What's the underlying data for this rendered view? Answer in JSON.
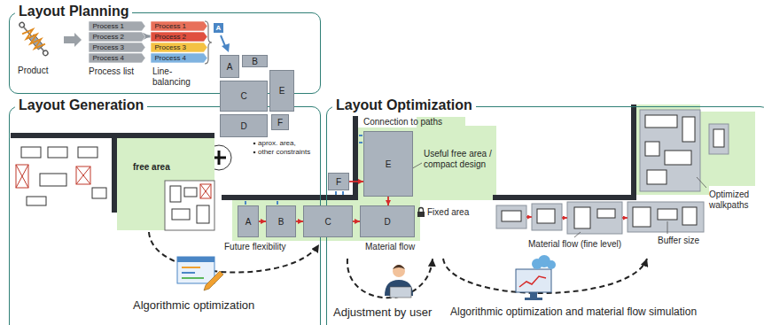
{
  "diagram": {
    "nodes": [
      {
        "text": [
          "Layout Planning"
        ]
      },
      {
        "text": [
          "Process 1"
        ],
        "in": 0
      },
      {
        "text": [
          "Process 2"
        ],
        "in": 0
      },
      {
        "text": [
          "Process 3"
        ],
        "in": 0
      },
      {
        "text": [
          "Process 4"
        ],
        "in": 0
      },
      {
        "text": [
          "Process 1"
        ],
        "in": 0
      },
      {
        "text": [
          "Process 2"
        ],
        "in": 0
      },
      {
        "text": [
          "Process 3"
        ],
        "in": 0
      },
      {
        "text": [
          "Process 4"
        ],
        "in": 0
      },
      {
        "text": [
          "A"
        ]
      },
      {
        "text": [
          "B"
        ]
      },
      {
        "text": [
          "C"
        ]
      },
      {
        "text": [
          "D"
        ]
      },
      {
        "text": [
          "E"
        ]
      },
      {
        "text": [
          "F"
        ]
      },
      {
        "text": [
          "Layout Generation"
        ]
      },
      {
        "text": [
          "Layout Optimization"
        ]
      },
      {
        "text": [
          "F"
        ]
      },
      {
        "text": [
          "E"
        ]
      },
      {
        "text": [
          "A"
        ]
      },
      {
        "text": [
          "B"
        ]
      },
      {
        "text": [
          "C"
        ]
      },
      {
        "text": [
          "D"
        ]
      }
    ],
    "edges": [
      {
        "from": 2,
        "to": 6,
        "arrow": "to"
      },
      {
        "from": 17,
        "to": 18,
        "arrow": "to"
      },
      {
        "from": 18,
        "to": 22,
        "arrow": "to"
      },
      {
        "from": 19,
        "to": 20,
        "arrow": "to"
      },
      {
        "from": 20,
        "to": 21,
        "arrow": "to"
      },
      {
        "from": 21,
        "to": 22,
        "arrow": "to"
      }
    ],
    "labels": [
      "Product",
      "Process list",
      "Line-balancing",
      "A",
      "aprox. area,",
      "other constraints",
      "free area",
      "Future flexibility",
      "Algorithmic optimization",
      "Connection to paths",
      "Useful free area / compact design",
      "Fixed area",
      "Material flow",
      "Adjustment by user",
      "Algorithmic optimization and material flow simulation",
      "Material flow (fine level)",
      "Buffer size",
      "Optimized walkpaths"
    ]
  }
}
